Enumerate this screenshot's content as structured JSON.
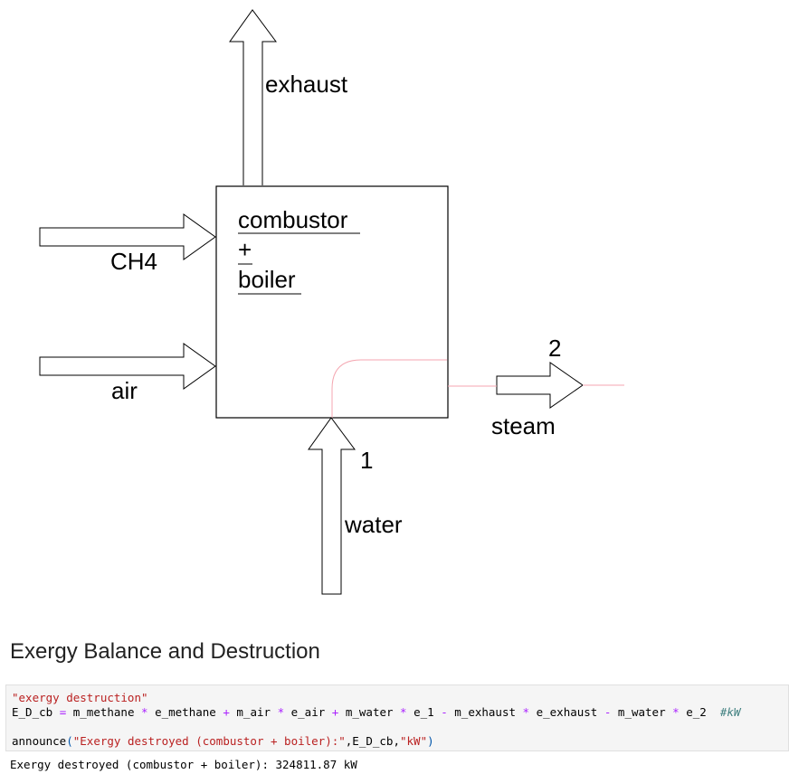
{
  "diagram": {
    "box_label_lines": [
      "combustor",
      "+",
      "boiler"
    ],
    "streams": {
      "exhaust": "exhaust",
      "ch4": "CH4",
      "air": "air",
      "steam": "steam",
      "water": "water"
    },
    "state_points": {
      "inlet": "1",
      "outlet": "2"
    },
    "colors": {
      "line": "#000000",
      "water_path": "#f4a6b0"
    }
  },
  "section": {
    "heading": "Exergy Balance and Destruction"
  },
  "code_cell": {
    "docstring": "\"exergy destruction\"",
    "line2": {
      "t1": "E_D_cb ",
      "op1": "=",
      "t2": " m_methane ",
      "op2": "*",
      "t3": " e_methane ",
      "op3": "+",
      "t4": " m_air ",
      "op4": "*",
      "t5": " e_air ",
      "op5": "+",
      "t6": " m_water ",
      "op6": "*",
      "t7": " e_1 ",
      "op7": "-",
      "t8": " m_exhaust ",
      "op8": "*",
      "t9": " e_exhaust ",
      "op9": "-",
      "t10": " m_water ",
      "op10": "*",
      "t11": " e_2  ",
      "comment": "#kW"
    },
    "line4": {
      "fn": "announce",
      "lparen": "(",
      "arg1": "\"Exergy destroyed (combustor + boiler):\"",
      "c1": ",E_D_cb,",
      "arg2": "\"kW\"",
      "rparen": ")"
    }
  },
  "output": {
    "text": "Exergy destroyed (combustor + boiler): 324811.87 kW"
  }
}
